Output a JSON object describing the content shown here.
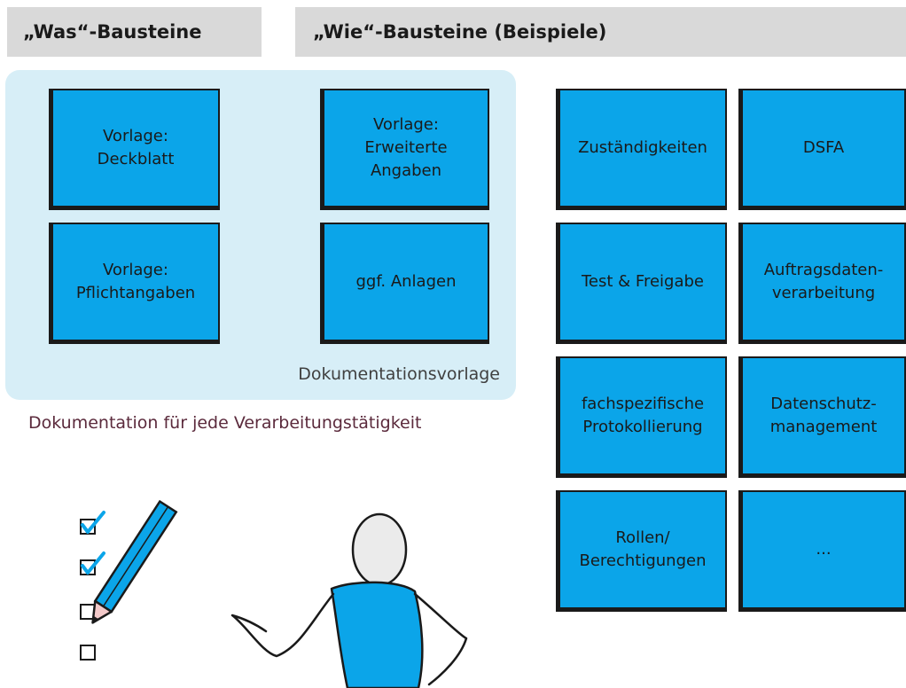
{
  "headers": {
    "was": "„Was“-Bausteine",
    "wie": "„Wie“-Bausteine (Beispiele)"
  },
  "documentation_template": {
    "label": "Dokumentationsvorlage",
    "tiles": [
      "Vorlage:\nDeckblatt",
      "Vorlage:\nErweiterte\nAngaben",
      "Vorlage:\nPflichtangaben",
      "ggf. Anlagen"
    ]
  },
  "caption": "Dokumentation für jede Verarbeitungstätigkeit",
  "wie_tiles": [
    "Zuständigkeiten",
    "DSFA",
    "Test & Freigabe",
    "Auftragsdaten-\nverarbeitung",
    "fachspezifische\nProtokollierung",
    "Datenschutz-\nmanagement",
    "Rollen/\nBerechtigungen",
    "..."
  ],
  "checklist": [
    {
      "checked": true
    },
    {
      "checked": true
    },
    {
      "checked": false
    },
    {
      "checked": false
    }
  ],
  "colors": {
    "tile": "#0ba5e9",
    "header": "#d9d9d9",
    "panel": "#d7eef7",
    "caption": "#5b2a3c"
  },
  "icons": [
    "pencil-icon",
    "checkbox-icon",
    "checkmark-icon",
    "person-figure"
  ]
}
